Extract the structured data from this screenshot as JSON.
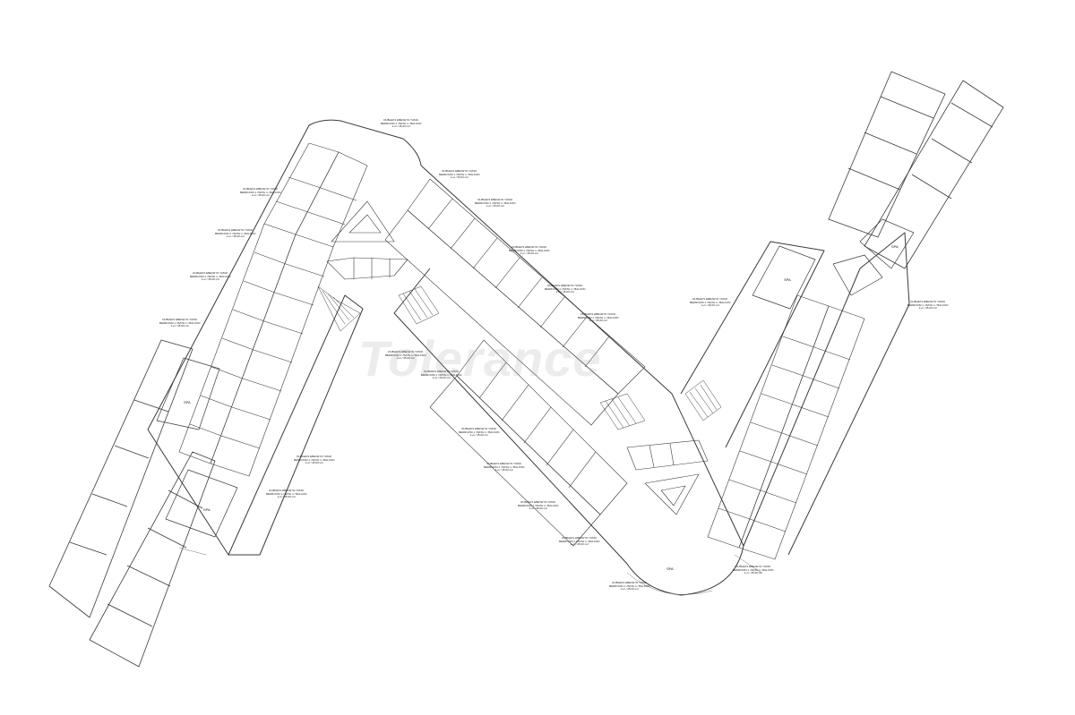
{
  "watermark": "Tolerance",
  "unit_labels": [
    [
      "DUBLEKS EBEVEYN YATAK",
      "BEDROOM 1 / BATH 1 / BALKON",
      "1+1 / 45.00 m2"
    ],
    [
      "DUBLEKS EBEVEYN YATAK",
      "BEDROOM 1 / BATH 1 / BALKON",
      "1+1 / 45.00 m2"
    ],
    [
      "DUBLEKS EBEVEYN YATAK",
      "BEDROOM 1 / BATH 1 / BALKON",
      "1+1 / 45.00 m2"
    ],
    [
      "DUBLEKS EBEVEYN YATAK",
      "BEDROOM 1 / BATH 1 / BALKON",
      "1+1 / 45.00 m2"
    ],
    [
      "DUBLEKS EBEVEYN YATAK",
      "BEDROOM 1 / BATH 1 / BALKON",
      "1+1 / 45.00 m2"
    ],
    [
      "DUBLEKS EBEVEYN YATAK",
      "BEDROOM 1 / BATH 1 / BALKON",
      "1+1 / 45.00 m2"
    ],
    [
      "DUBLEKS EBEVEYN YATAK",
      "BEDROOM 1 / BATH 1 / BALKON",
      "1+1 / 45.00 m2"
    ],
    [
      "DUBLEKS EBEVEYN YATAK",
      "BEDROOM 1 / BATH 1 / BALKON",
      "1+1 / 45.00 m2"
    ],
    [
      "DUBLEKS EBEVEYN YATAK",
      "BEDROOM 1 / BATH 1 / BALKON",
      "1+1 / 45.00 m2"
    ],
    [
      "DUBLEKS EBEVEYN YATAK",
      "BEDROOM 1 / BATH 1 / BALKON",
      "1+1 / 45.00 m2"
    ],
    [
      "DUBLEKS EBEVEYN YATAK",
      "BEDROOM 1 / BATH 1 / BALKON",
      "1+1 / 45.00 m2"
    ],
    [
      "DUBLEKS EBEVEYN YATAK",
      "BEDROOM 1 / BATH 1 / BALKON",
      "1+1 / 45.00 m2"
    ],
    [
      "DUBLEKS EBEVEYN YATAK",
      "BEDROOM 1 / BATH 1 / BALKON",
      "1+1 / 45.00 m2"
    ],
    [
      "DUBLEKS EBEVEYN YATAK",
      "BEDROOM 1 / BATH 1 / BALKON",
      "1+1 / 45.00 m2"
    ],
    [
      "DUBLEKS EBEVEYN YATAK",
      "BEDROOM 1 / BATH 1 / BALKON",
      "1+1 / 45.00 m2"
    ],
    [
      "DUBLEKS EBEVEYN YATAK",
      "BEDROOM 1 / BATH 1 / BALKON",
      "1+1 / 45.00 m2"
    ],
    [
      "DUBLEKS EBEVEYN YATAK",
      "BEDROOM 1 / BATH 1 / BALKON",
      "1+1 / 45.00 m2"
    ],
    [
      "DUBLEKS EBEVEYN YATAK",
      "BEDROOM 1 / BATH 1 / BALKON",
      "1+1 / 45.00 m2"
    ],
    [
      "DUBLEKS EBEVEYN YATAK",
      "BEDROOM 1 / BATH 1 / BALKON",
      "1+1 / 45.00 m2"
    ],
    [
      "DUBLEKS EBEVEYN YATAK",
      "BEDROOM 1 / BATH 1 / BALKON",
      "1+1 / 45.00 m2"
    ],
    [
      "DUBLEKS EBEVEYN YATAK",
      "BEDROOM 1 / BATH 1 / BALKON",
      "1+1 / 45.00 m2"
    ],
    [
      "DUBLEKS EBEVEYN YATAK",
      "BEDROOM 1 / BATH 1 / BALKON",
      "1+1 / 45.00 m2"
    ]
  ],
  "room_labels": [
    "SPA",
    "SPA",
    "SPA",
    "SPA",
    "SPA"
  ],
  "colors": {
    "line": "#3a3a3a",
    "background": "#ffffff",
    "watermark": "#969696"
  }
}
